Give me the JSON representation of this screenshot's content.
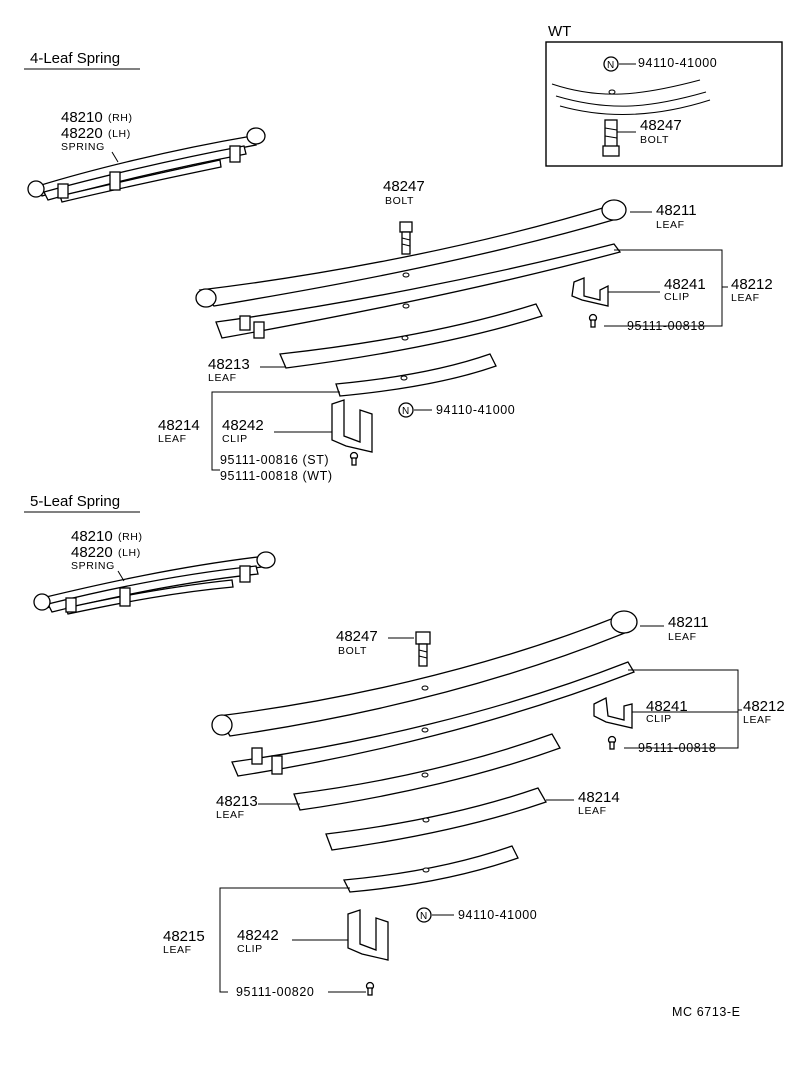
{
  "sections": {
    "four_leaf": {
      "heading": "4-Leaf Spring",
      "spring": {
        "rh": "48210",
        "rh_suffix": "(RH)",
        "lh": "48220",
        "lh_suffix": "(LH)",
        "name": "SPRING"
      },
      "bolt": {
        "num": "48247",
        "name": "BOLT"
      },
      "leaf1": {
        "num": "48211",
        "name": "LEAF"
      },
      "leaf2": {
        "num": "48212",
        "name": "LEAF"
      },
      "clip1": {
        "num": "48241",
        "name": "CLIP"
      },
      "rivet1": {
        "num": "95111-00818"
      },
      "leaf3": {
        "num": "48213",
        "name": "LEAF"
      },
      "leaf4": {
        "num": "48214",
        "name": "LEAF"
      },
      "clip2": {
        "num": "48242",
        "name": "CLIP"
      },
      "nut": {
        "symbol": "N",
        "num": "94110-41000"
      },
      "rivet_st": {
        "num": "95111-00816 (ST)"
      },
      "rivet_wt": {
        "num": "95111-00818 (WT)"
      }
    },
    "wt_inset": {
      "title": "WT",
      "nut": {
        "symbol": "N",
        "num": "94110-41000"
      },
      "bolt": {
        "num": "48247",
        "name": "BOLT"
      }
    },
    "five_leaf": {
      "heading": "5-Leaf Spring",
      "spring": {
        "rh": "48210",
        "rh_suffix": "(RH)",
        "lh": "48220",
        "lh_suffix": "(LH)",
        "name": "SPRING"
      },
      "bolt": {
        "num": "48247",
        "name": "BOLT"
      },
      "leaf1": {
        "num": "48211",
        "name": "LEAF"
      },
      "leaf2": {
        "num": "48212",
        "name": "LEAF"
      },
      "clip1": {
        "num": "48241",
        "name": "CLIP"
      },
      "rivet1": {
        "num": "95111-00818"
      },
      "leaf3": {
        "num": "48213",
        "name": "LEAF"
      },
      "leaf4": {
        "num": "48214",
        "name": "LEAF"
      },
      "leaf5": {
        "num": "48215",
        "name": "LEAF"
      },
      "clip2": {
        "num": "48242",
        "name": "CLIP"
      },
      "nut": {
        "symbol": "N",
        "num": "94110-41000"
      },
      "rivet2": {
        "num": "95111-00820"
      }
    }
  },
  "footer": {
    "code": "MC  6713-E"
  }
}
